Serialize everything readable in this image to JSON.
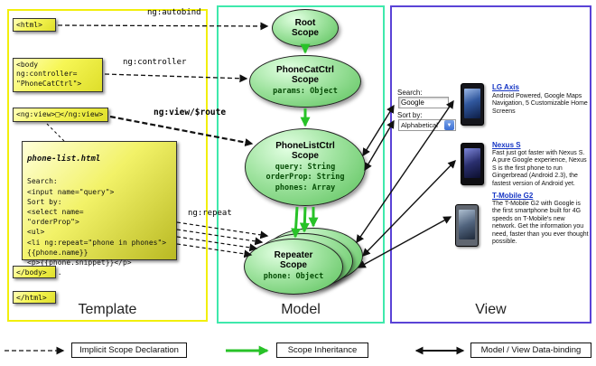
{
  "template": {
    "label": "Template",
    "html_open": "<html>",
    "body_open": "<body\nng:controller=\n\"PhoneCatCtrl\">",
    "ng_view": "<ng:view>□</ng:view>",
    "phone_list_title": "phone-list.html",
    "phone_list_code": "Search:\n<input name=\"query\">\nSort by:\n<select name=\n\"orderProp\">\n<ul>\n<li ng:repeat=\"phone in phones\">\n{{phone.name}}\n<p>{{phone.snippet}}</p>\n</li>...",
    "body_close": "</body>",
    "html_close": "</html>"
  },
  "arrows": {
    "autobind": "ng:autobind",
    "controller": "ng:controller",
    "view_route": "ng:view/$route",
    "repeat": "ng:repeat"
  },
  "model": {
    "label": "Model",
    "root": {
      "title": "Root\nScope"
    },
    "phonecat": {
      "title": "PhoneCatCtrl\nScope",
      "props": "params: Object"
    },
    "phonelist": {
      "title": "PhoneListCtrl\nScope",
      "props": "query: String\norderProp: String\nphones: Array"
    },
    "repeater": {
      "title": "Repeater\nScope",
      "props": "phone: Object"
    }
  },
  "view": {
    "label": "View",
    "search_label": "Search:",
    "search_value": "Google",
    "sort_label": "Sort by:",
    "sort_value": "Alphabetical",
    "phones": [
      {
        "name": "LG Axis",
        "desc": "Android Powered, Google Maps Navigation, 5 Customizable Home Screens"
      },
      {
        "name": "Nexus S",
        "desc": "Fast just got faster with Nexus S. A pure Google experience, Nexus S is the first phone to run Gingerbread (Android 2.3), the fastest version of Android yet."
      },
      {
        "name": "T-Mobile G2",
        "desc": "The T-Mobile G2 with Google is the first smartphone built for 4G speeds on T-Mobile's new network. Get the information you need, faster than you ever thought possible."
      }
    ]
  },
  "legend": {
    "implicit": "Implicit Scope Declaration",
    "inheritance": "Scope Inheritance",
    "databinding": "Model / View Data-binding"
  },
  "colors": {
    "template_border": "#f2ef0c",
    "model_border": "#3fe9ac",
    "view_border": "#5a43d6",
    "inheritance_arrow": "#28c228",
    "scope_fill": "#59c059",
    "box_fill": "#f6f655",
    "link_blue": "#1535c4"
  }
}
